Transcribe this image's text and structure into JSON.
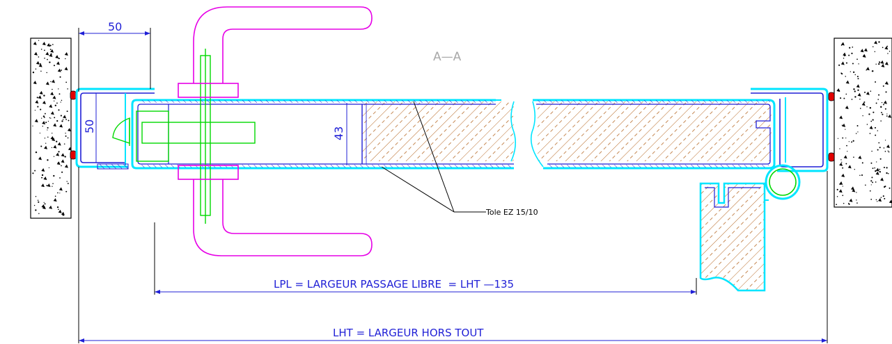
{
  "drawing": {
    "section_label": "A—A",
    "dim_top_width": "50",
    "dim_frame_height": "50",
    "dim_leaf_thickness": "43",
    "note_sheet": "Tole EZ 15/10",
    "dim_clear_passage": "LPL = LARGEUR PASSAGE LIBRE  = LHT —135",
    "dim_overall": "LHT = LARGEUR HORS TOUT"
  },
  "icons": {
    "concrete_wall": "concrete-hatch",
    "wood_core": "wood-hatch",
    "seal": "red-seal",
    "handle": "lever-handle",
    "hinge": "hinge-knuckle"
  },
  "colors": {
    "dimension": "#1f1fd6",
    "steel_sheet": "#00e5ff",
    "steel_inner": "#1f1fd6",
    "handle": "#e600e6",
    "lock": "#00d800",
    "wood": "#b86b28",
    "seal": "#e00000",
    "section_mark": "#a8a8a8",
    "outline": "#000000"
  }
}
